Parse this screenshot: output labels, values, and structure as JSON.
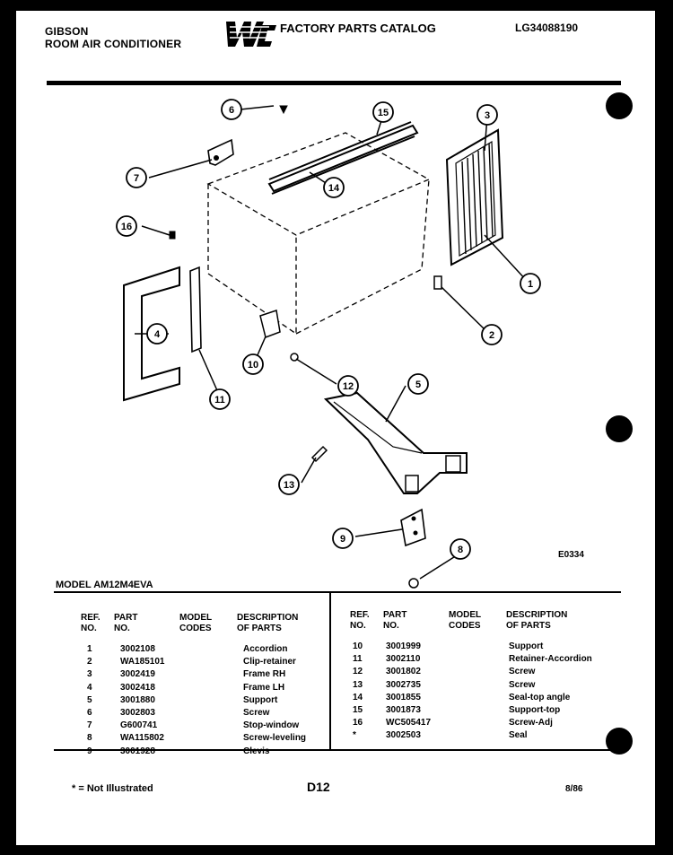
{
  "header": {
    "brand": "GIBSON",
    "product": "ROOM AIR CONDITIONER",
    "catalog_title": "FACTORY PARTS CATALOG",
    "catalog_number": "LG34088190"
  },
  "diagram": {
    "code": "E0334",
    "callouts": [
      "1",
      "2",
      "3",
      "4",
      "5",
      "6",
      "7",
      "8",
      "9",
      "10",
      "11",
      "12",
      "13",
      "14",
      "15",
      "16"
    ]
  },
  "model": {
    "label": "MODEL",
    "number": "AM12M4EVA"
  },
  "table": {
    "headers": {
      "ref": "REF.\nNO.",
      "part": "PART\nNO.",
      "codes": "MODEL\nCODES",
      "desc": "DESCRIPTION\nOF PARTS"
    },
    "left_rows": [
      {
        "ref": "1",
        "part": "3002108",
        "codes": "",
        "desc": "Accordion"
      },
      {
        "ref": "2",
        "part": "WA185101",
        "codes": "",
        "desc": "Clip-retainer"
      },
      {
        "ref": "3",
        "part": "3002419",
        "codes": "",
        "desc": "Frame RH"
      },
      {
        "ref": "4",
        "part": "3002418",
        "codes": "",
        "desc": "Frame LH"
      },
      {
        "ref": "5",
        "part": "3001880",
        "codes": "",
        "desc": "Support"
      },
      {
        "ref": "6",
        "part": "3002803",
        "codes": "",
        "desc": "Screw"
      },
      {
        "ref": "7",
        "part": "G600741",
        "codes": "",
        "desc": "Stop-window"
      },
      {
        "ref": "8",
        "part": "WA115802",
        "codes": "",
        "desc": "Screw-leveling"
      },
      {
        "ref": "9",
        "part": "3001928",
        "codes": "",
        "desc": "Clevis"
      }
    ],
    "right_rows": [
      {
        "ref": "10",
        "part": "3001999",
        "codes": "",
        "desc": "Support"
      },
      {
        "ref": "11",
        "part": "3002110",
        "codes": "",
        "desc": "Retainer-Accordion"
      },
      {
        "ref": "12",
        "part": "3001802",
        "codes": "",
        "desc": "Screw"
      },
      {
        "ref": "13",
        "part": "3002735",
        "codes": "",
        "desc": "Screw"
      },
      {
        "ref": "14",
        "part": "3001855",
        "codes": "",
        "desc": "Seal-top angle"
      },
      {
        "ref": "15",
        "part": "3001873",
        "codes": "",
        "desc": "Support-top"
      },
      {
        "ref": "16",
        "part": "WC505417",
        "codes": "",
        "desc": "Screw-Adj"
      },
      {
        "ref": "*",
        "part": "3002503",
        "codes": "",
        "desc": "Seal"
      }
    ]
  },
  "footer": {
    "note": "* = Not Illustrated",
    "page": "D12",
    "date": "8/86"
  }
}
